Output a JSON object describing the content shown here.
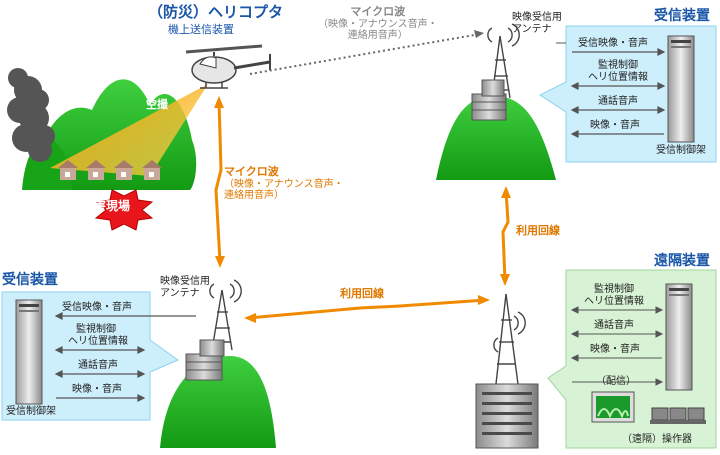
{
  "helicopter": {
    "title": "（防災）ヘリコプタ",
    "subtitle": "機上送信装置"
  },
  "aerial_label": "空撮",
  "disaster_label": "災害現場",
  "microwave_top": {
    "title": "マイクロ波",
    "line1": "（映像・アナウンス音声・",
    "line2": "連絡用音声）"
  },
  "microwave_mid": {
    "title": "マイクロ波",
    "line1": "（映像・アナウンス音声・",
    "line2": "連絡用音声）"
  },
  "utility_line_right": "利用回線",
  "utility_line_bottom": "利用回線",
  "antenna_label_top": {
    "line1": "映像受信用",
    "line2": "アンテナ"
  },
  "antenna_label_left": {
    "line1": "映像受信用",
    "line2": "アンテナ"
  },
  "receiver_top_right": {
    "title": "受信装置",
    "rows": [
      "受信映像・音声",
      "監視制御",
      "ヘリ位置情報",
      "通話音声",
      "映像・音声"
    ],
    "rack_label": "受信制御架"
  },
  "receiver_left": {
    "title": "受信装置",
    "rows": [
      "受信映像・音声",
      "監視制御",
      "ヘリ位置情報",
      "通話音声",
      "映像・音声"
    ],
    "rack_label": "受信制御架"
  },
  "remote": {
    "title": "遠隔装置",
    "rows": [
      "監視制御",
      "ヘリ位置情報",
      "通話音声",
      "映像・音声",
      "（配信）"
    ],
    "console_label": "（遠隔）操作器"
  },
  "colors": {
    "panel_blue": "#cdeefb",
    "panel_green": "#d7f2d4",
    "mountain_green": "#22b222",
    "microwave_orange": "#f08a00",
    "title_blue": "#1a56a8",
    "disaster_red": "#e8161b"
  }
}
